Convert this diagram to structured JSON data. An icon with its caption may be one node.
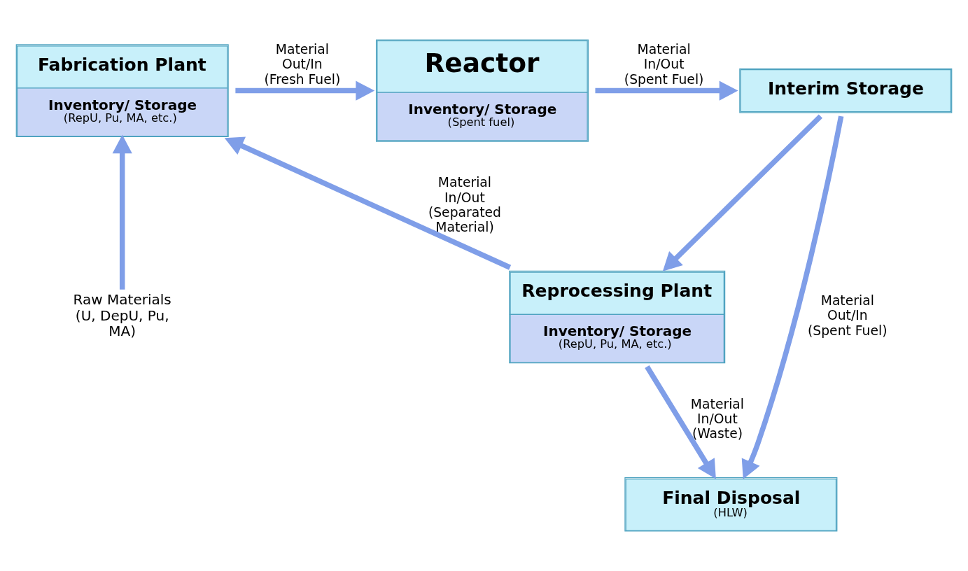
{
  "diagram": {
    "nodes": [
      {
        "text": [
          "Fabrication Plant",
          "Inventory/ Storage",
          "(RepU, Pu, MA, etc.)"
        ]
      },
      {
        "text": [
          "Reactor",
          "Inventory/ Storage",
          "(Spent fuel)"
        ]
      },
      {
        "text": [
          "Interim Storage"
        ]
      },
      {
        "text": [
          "Reprocessing Plant",
          "Inventory/ Storage",
          "(RepU, Pu, MA, etc.)"
        ]
      },
      {
        "text": [
          "Final Disposal",
          "(HLW)"
        ]
      },
      {
        "text": [
          "Raw Materials (U, DepU, Pu, MA)"
        ]
      }
    ],
    "edges": [
      {
        "from": 5,
        "to": 0,
        "arrow": "to"
      },
      {
        "from": 0,
        "to": 1,
        "arrow": "to",
        "label": "Material Out/In (Fresh Fuel)"
      },
      {
        "from": 1,
        "to": 2,
        "arrow": "to",
        "label": "Material In/Out (Spent Fuel)"
      },
      {
        "from": 2,
        "to": 3,
        "arrow": "to"
      },
      {
        "from": 2,
        "to": 4,
        "arrow": "to",
        "label": "Material Out/In (Spent Fuel)"
      },
      {
        "from": 3,
        "to": 0,
        "arrow": "to",
        "label": "Material In/Out (Separated Material)"
      },
      {
        "from": 3,
        "to": 4,
        "arrow": "to",
        "label": "Material In/Out (Waste)"
      }
    ]
  }
}
